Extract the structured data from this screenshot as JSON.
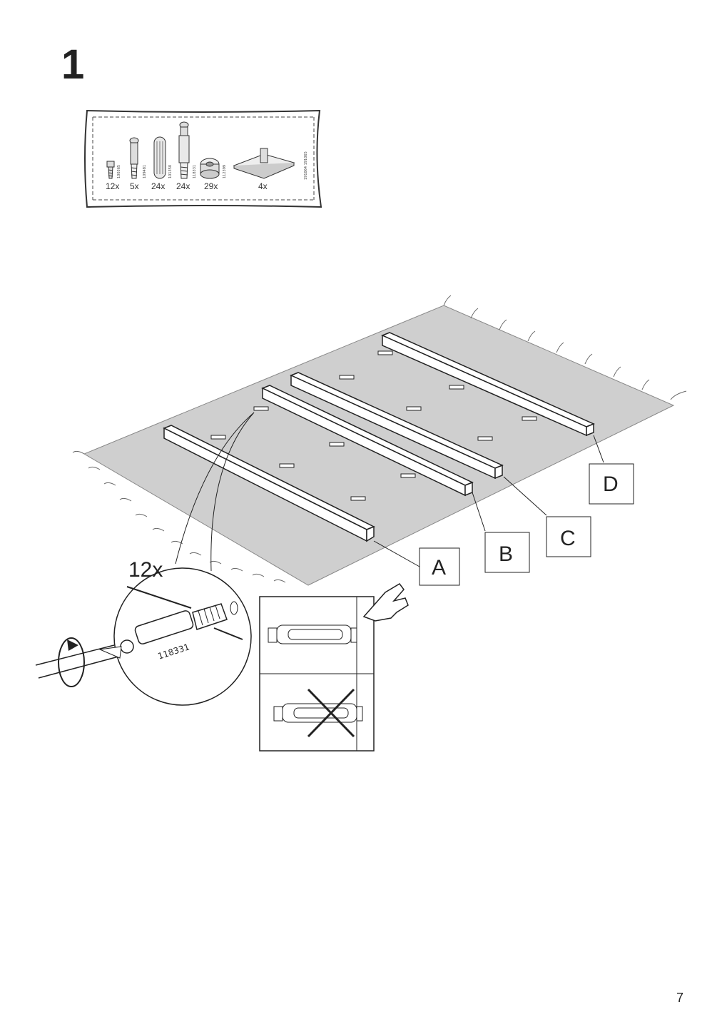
{
  "step": {
    "number": "1"
  },
  "parts": [
    {
      "qty": "12x",
      "art": "100365",
      "icon": "screw-icon"
    },
    {
      "qty": "5x",
      "art": "109481",
      "icon": "cam-bolt-icon"
    },
    {
      "qty": "24x",
      "art": "101350",
      "icon": "wooden-dowel-icon"
    },
    {
      "qty": "24x",
      "art": "118331",
      "icon": "cam-bolt-icon"
    },
    {
      "qty": "29x",
      "art": "112399",
      "icon": "cam-lock-icon"
    },
    {
      "qty": "4x",
      "art": "191064 191065",
      "icon": "floor-protector-icon"
    }
  ],
  "detail": {
    "qty": "12x",
    "part_label": "118331"
  },
  "labels": [
    "A",
    "B",
    "C",
    "D"
  ],
  "page": {
    "number": "7"
  }
}
